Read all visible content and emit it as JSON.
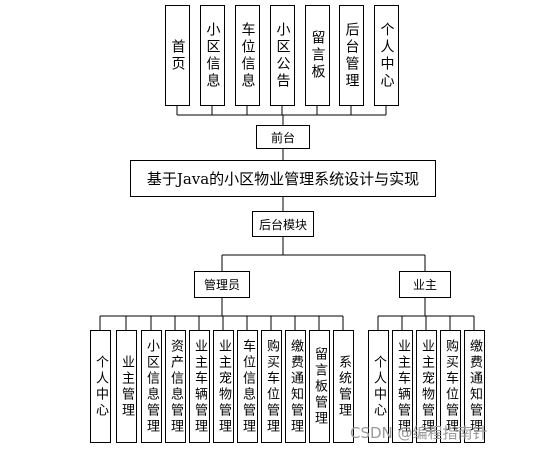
{
  "top_modules": [
    "首页",
    "小区信息",
    "车位信息",
    "小区公告",
    "留言板",
    "后台管理",
    "个人中心"
  ],
  "frontend": "前台",
  "title": "基于Java的小区物业管理系统设计与实现",
  "backend": "后台模块",
  "admin": {
    "label": "管理员",
    "modules": [
      "个人中心",
      "业主管理",
      "小区信息管理",
      "资产信息管理",
      "业主车辆管理",
      "业主宠物管理",
      "车位信息管理",
      "购买车位管理",
      "缴费通知管理",
      "留言板管理",
      "系统管理"
    ]
  },
  "owner": {
    "label": "业主",
    "modules": [
      "个人中心",
      "业主车辆管理",
      "业主宠物管理",
      "购买车位管理",
      "缴费通知管理"
    ]
  },
  "watermark": "CSDN @编程指南针"
}
